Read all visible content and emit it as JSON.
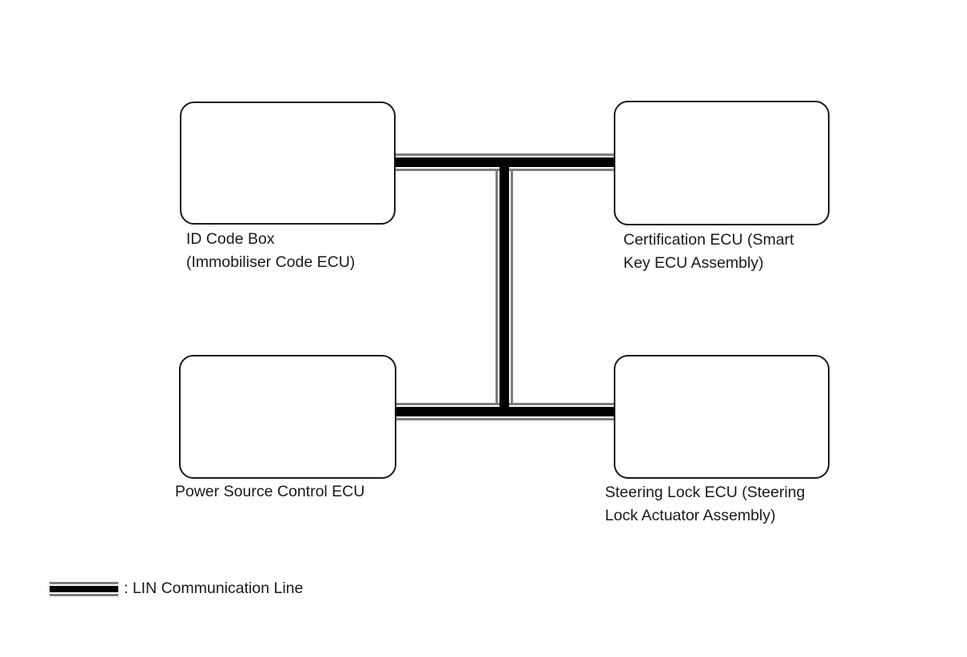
{
  "diagram": {
    "nodes": [
      {
        "id": "id-code-box",
        "label_line1": "ID Code Box",
        "label_line2": "(Immobiliser Code ECU)"
      },
      {
        "id": "certification-ecu",
        "label_line1": "Certification ECU (Smart",
        "label_line2": "Key ECU Assembly)"
      },
      {
        "id": "power-source-control-ecu",
        "label_line1": "Power Source Control ECU",
        "label_line2": ""
      },
      {
        "id": "steering-lock-ecu",
        "label_line1": "Steering Lock ECU (Steering",
        "label_line2": "Lock Actuator Assembly)"
      }
    ],
    "connections": [
      {
        "from": "id-code-box",
        "to": "certification-ecu",
        "type": "LIN Communication Line"
      },
      {
        "from": "power-source-control-ecu",
        "to": "steering-lock-ecu",
        "type": "LIN Communication Line"
      },
      {
        "from": "id-code-box-certification-ecu-bus",
        "to": "power-source-control-ecu-steering-lock-ecu-bus",
        "type": "LIN Communication Line"
      }
    ],
    "legend": {
      "label": ": LIN Communication Line"
    },
    "colors": {
      "background": "#ffffff",
      "line_black": "#000000",
      "line_gray": "#7d7d7d",
      "box_border": "#1a1a1a",
      "text": "#1a1a1a"
    }
  }
}
